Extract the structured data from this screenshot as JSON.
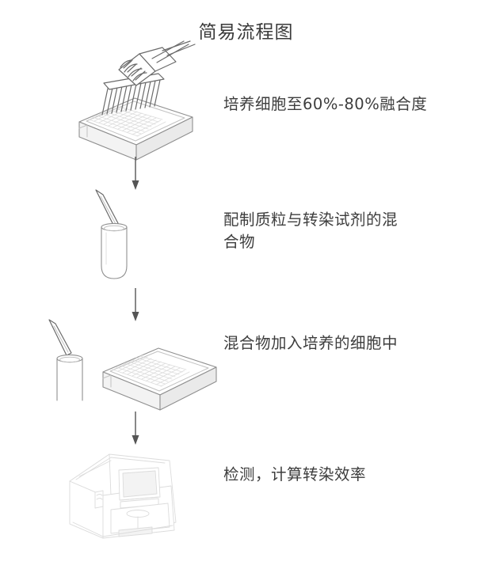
{
  "page": {
    "title": "简易流程图",
    "background_color": "#ffffff",
    "text_color": "#3d3d3d",
    "line_art_color": "#8f8f8f",
    "arrow_color": "#555555"
  },
  "flow": {
    "steps": [
      {
        "index": 1,
        "label": "培养细胞至60%-80%融合度",
        "illustration": "multichannel-pipette-over-96-well-plate"
      },
      {
        "index": 2,
        "label": "配制质粒与转染试剂的混\n合物",
        "illustration": "pipette-tip-over-test-tube"
      },
      {
        "index": 3,
        "label": "混合物加入培养的细胞中",
        "illustration": "test-tube-and-96-well-plate"
      },
      {
        "index": 4,
        "label": "检测，计算转染效率",
        "illustration": "benchtop-plate-reader-instrument"
      }
    ],
    "connectors": [
      {
        "index": 1,
        "type": "down-arrow"
      },
      {
        "index": 2,
        "type": "down-arrow"
      },
      {
        "index": 3,
        "type": "down-arrow"
      }
    ]
  }
}
